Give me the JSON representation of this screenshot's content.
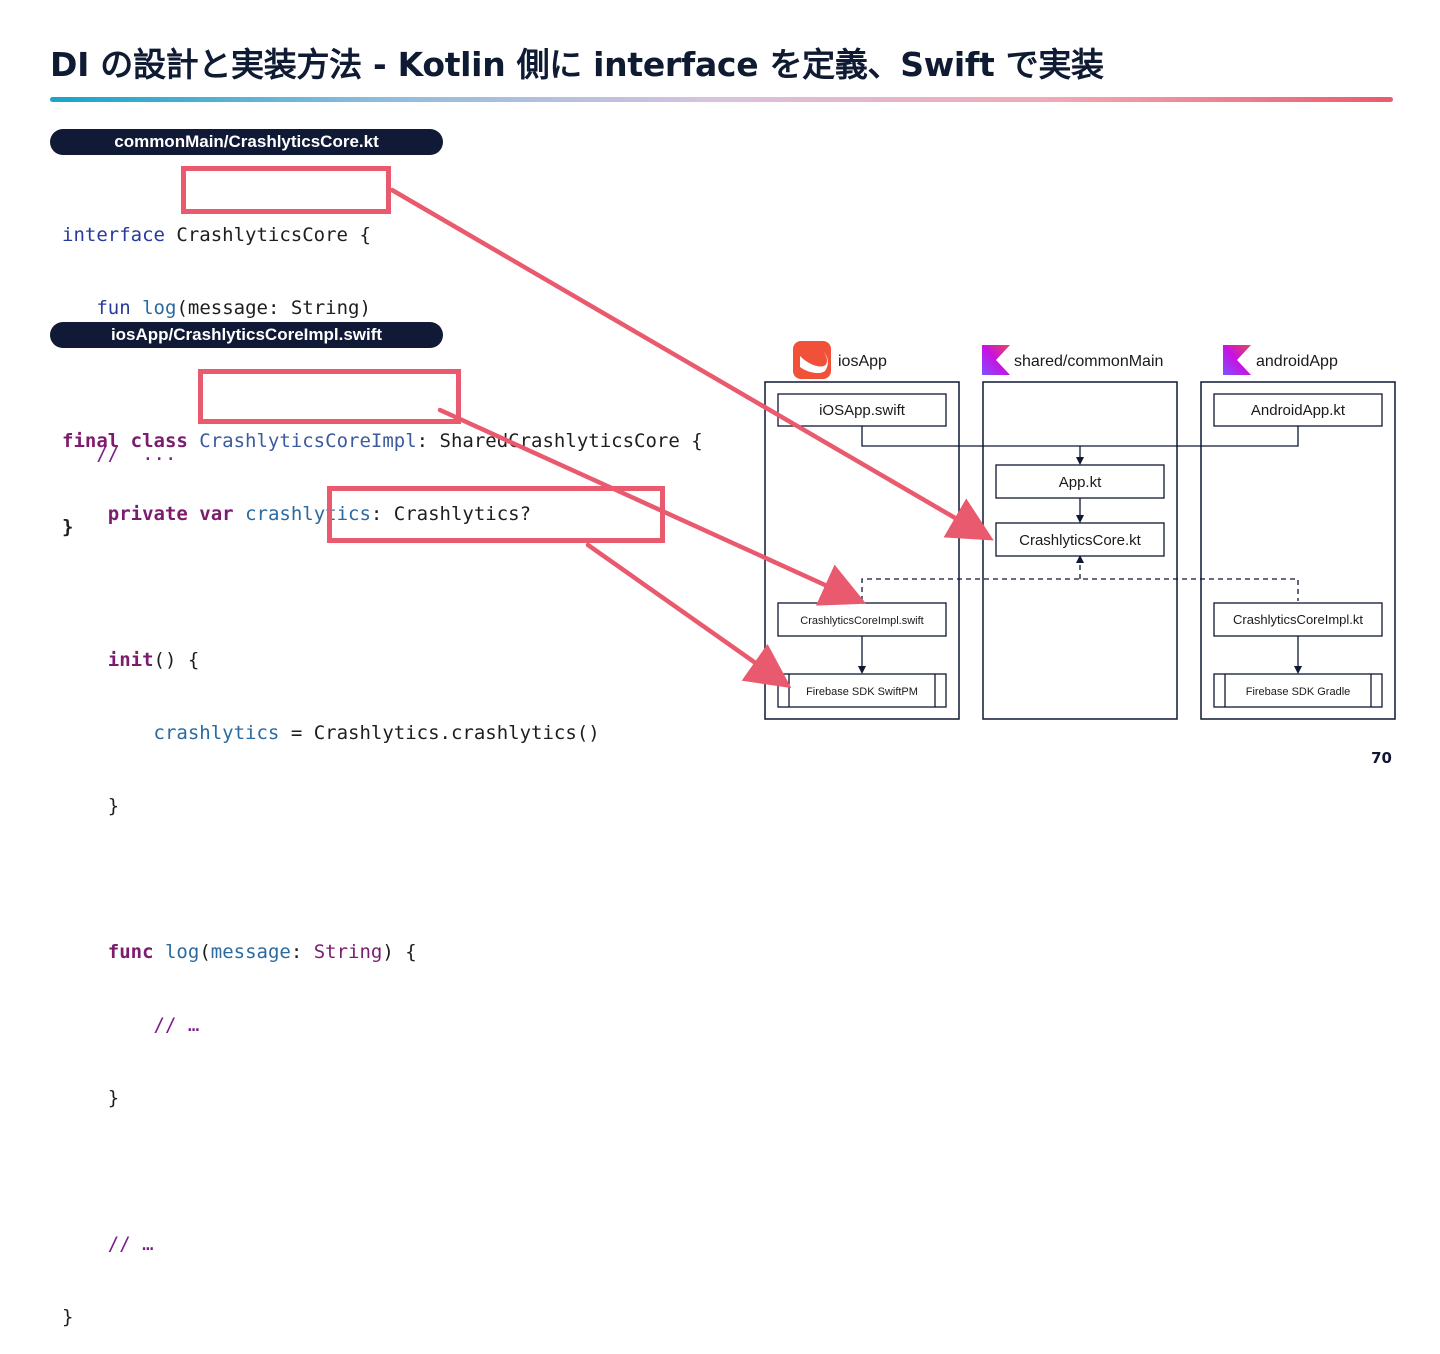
{
  "slide": {
    "title": "DI の設計と実装方法 - Kotlin 側に interface を定義、Swift で実装",
    "page_number": "70",
    "accent_color": "#ea5a6e",
    "label_bg_color": "#101a36"
  },
  "kotlin_file": {
    "path": "commonMain/CrashlyticsCore.kt",
    "lines": {
      "l1_kw": "interface",
      "l1_name": "CrashlyticsCore",
      "l1_brace": "{",
      "l2_kw": "fun",
      "l2_fn": "log",
      "l2_rest": "(message: String)",
      "l3": "//  ...",
      "l4": "}"
    }
  },
  "swift_file": {
    "path": "iosApp/CrashlyticsCoreImpl.swift",
    "lines": {
      "l1_kw": "final class",
      "l1_name": "CrashlyticsCoreImpl",
      "l1_colon": ":",
      "l1_proto": "SharedCrashlyticsCore {",
      "l2_kw": "private var",
      "l2_var": "crashlytics",
      "l2_type": ": Crashlytics?",
      "l3_kw": "init",
      "l3_rest": "() {",
      "l4_var": "crashlytics",
      "l4_eq": "=",
      "l4_expr": "Crashlytics.crashlytics()",
      "l5": "}",
      "l6_kw": "func",
      "l6_fn": "log",
      "l6_open": "(",
      "l6_param": "message",
      "l6_colon": ": ",
      "l6_type": "String",
      "l6_close": ") {",
      "l7": "// …",
      "l8": "}",
      "l9": "// …",
      "l10": "}"
    }
  },
  "diagram": {
    "columns": [
      {
        "label": "iosApp",
        "icon": "swift-logo-icon"
      },
      {
        "label": "shared/commonMain",
        "icon": "kotlin-logo-icon"
      },
      {
        "label": "androidApp",
        "icon": "kotlin-logo-icon"
      }
    ],
    "nodes": {
      "ios_app": "iOSApp.swift",
      "android_app": "AndroidApp.kt",
      "app_kt": "App.kt",
      "core_kt": "CrashlyticsCore.kt",
      "impl_swift": "CrashlyticsCoreImpl.swift",
      "impl_kt": "CrashlyticsCoreImpl.kt",
      "sdk_swiftpm": "Firebase SDK SwiftPM",
      "sdk_gradle": "Firebase SDK Gradle"
    }
  }
}
